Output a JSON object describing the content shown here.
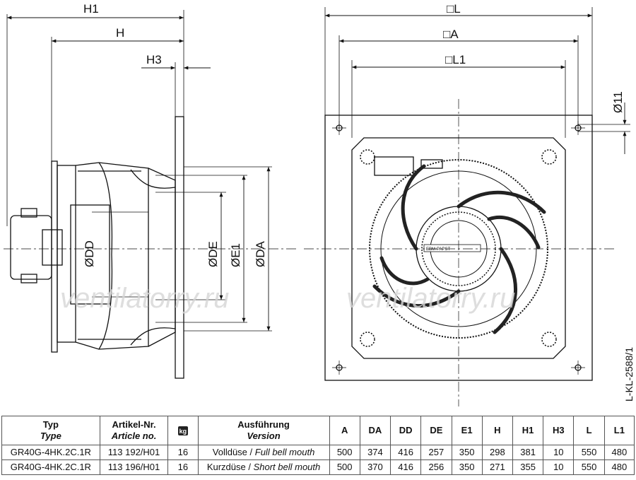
{
  "dimension_labels": {
    "h1": "H1",
    "h": "H",
    "h3": "H3",
    "dd": "ØDD",
    "de": "ØDE",
    "e1": "ØE1",
    "da": "ØDA",
    "l": "□L",
    "a": "□A",
    "l1": "□L1",
    "d11": "Ø11"
  },
  "watermark": "ventilatorry.ru",
  "drawing_ref": "L-KL-2588/1",
  "nameplate": "EBM-PAPST",
  "table": {
    "headers": {
      "type_de": "Typ",
      "type_en": "Type",
      "article_de": "Artikel-Nr.",
      "article_en": "Article no.",
      "weight_icon": "kg",
      "version_de": "Ausführung",
      "version_en": "Version",
      "a": "A",
      "da": "DA",
      "dd": "DD",
      "de": "DE",
      "e1": "E1",
      "h": "H",
      "h1": "H1",
      "h3": "H3",
      "l": "L",
      "l1": "L1"
    },
    "rows": [
      {
        "type": "GR40G-4HK.2C.1R",
        "article": "113 192/H01",
        "weight": "16",
        "version_de": "Volldüse /",
        "version_en": "Full bell mouth",
        "a": "500",
        "da": "374",
        "dd": "416",
        "de": "257",
        "e1": "350",
        "h": "298",
        "h1": "381",
        "h3": "10",
        "l": "550",
        "l1": "480"
      },
      {
        "type": "GR40G-4HK.2C.1R",
        "article": "113 196/H01",
        "weight": "16",
        "version_de": "Kurzdüse /",
        "version_en": "Short bell mouth",
        "a": "500",
        "da": "370",
        "dd": "416",
        "de": "256",
        "e1": "350",
        "h": "271",
        "h1": "355",
        "h3": "10",
        "l": "550",
        "l1": "480"
      }
    ]
  },
  "colors": {
    "highlight": "#2b8fd6",
    "line": "#111111"
  }
}
